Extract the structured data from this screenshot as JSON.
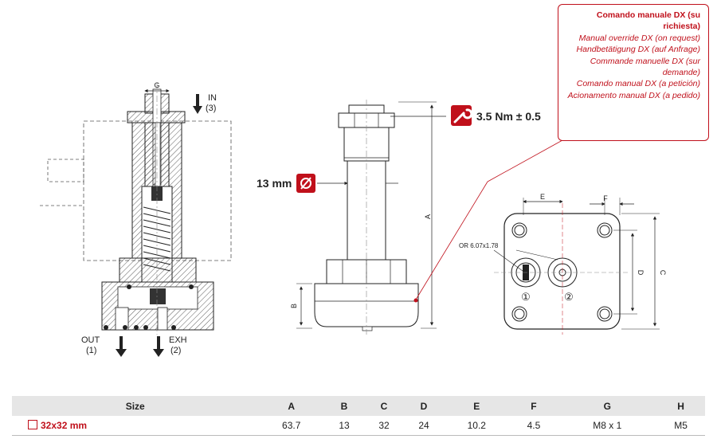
{
  "section_view": {
    "dim_g": "G",
    "port_in": "IN",
    "port_in_num": "(3)",
    "port_out": "OUT",
    "port_out_num": "(1)",
    "port_exh": "EXH",
    "port_exh_num": "(2)"
  },
  "side_view": {
    "torque": "3.5 Nm ± 0.5",
    "wrench_icon": "wrench-icon",
    "diameter": "13 mm",
    "diameter_icon": "diameter-icon",
    "dim_a": "A",
    "dim_b": "B"
  },
  "top_view": {
    "dim_e": "E",
    "dim_f": "F",
    "dim_d": "D",
    "dim_c": "C",
    "oring": "OR 6.07x1.78",
    "port_1": "①",
    "port_2": "②"
  },
  "callout": {
    "lines": [
      "Comando manuale DX (su richiesta)",
      "Manual override DX (on request)",
      "Handbetätigung DX (auf Anfrage)",
      "Commande manuelle DX (sur demande)",
      "Comando manual DX (a petición)",
      "Acionamento manual DX (a pedido)"
    ]
  },
  "colors": {
    "accent": "#c0101b",
    "line": "#222222"
  },
  "table": {
    "headers": [
      "Size",
      "A",
      "B",
      "C",
      "D",
      "E",
      "F",
      "G",
      "H"
    ],
    "rows": [
      [
        "32x32 mm",
        "63.7",
        "13",
        "32",
        "24",
        "10.2",
        "4.5",
        "M8 x 1",
        "M5"
      ]
    ]
  }
}
